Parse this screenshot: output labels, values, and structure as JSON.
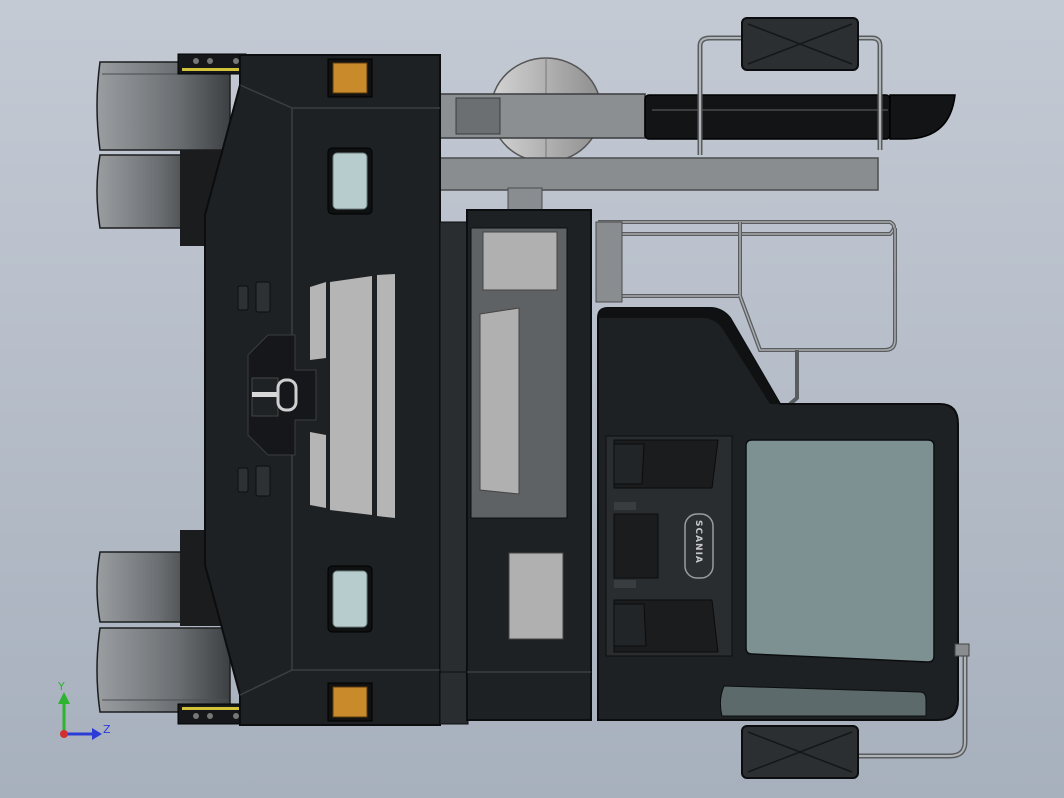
{
  "viewport": {
    "background_top": "#c4cad4",
    "background_bottom": "#a7b0bd"
  },
  "model": {
    "body_color": "#1e2123",
    "panel_color": "#2a2d30",
    "edge_color": "#0c0d0e",
    "tire_color": "#666a6d",
    "tire_dark": "#3b3e40",
    "glass_color": "#7e9192",
    "glass_light": "#b7cccc",
    "lamp_color": "#c98a2c",
    "grille_color": "#b5b5b5",
    "metal_color": "#8c8f91",
    "exhaust_color": "#121416",
    "logo_text": "SCANIA"
  },
  "triad": {
    "y_label": "Y",
    "z_label": "Z",
    "y_color": "#2db32d",
    "z_color": "#2b3cd6",
    "x_color": "#d22f2f"
  }
}
